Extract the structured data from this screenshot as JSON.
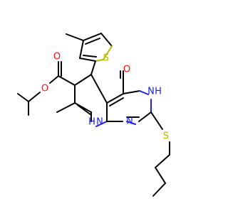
{
  "colors": {
    "carbon": "#000000",
    "oxygen": "#ff0d0d",
    "nitrogen": "#2020e0",
    "sulfur": "#b8b800",
    "background": "#ffffff"
  },
  "atoms": {
    "thiophene_s": "S",
    "carbonyl_o": "O",
    "ester_o_double": "O",
    "ester_o_single": "O",
    "nh_ring_top": "N",
    "nh_ring_top_h": "H",
    "n_ring_bottom": "N",
    "nh_bottom": "N",
    "nh_bottom_h": "H",
    "thioether_s": "S"
  }
}
